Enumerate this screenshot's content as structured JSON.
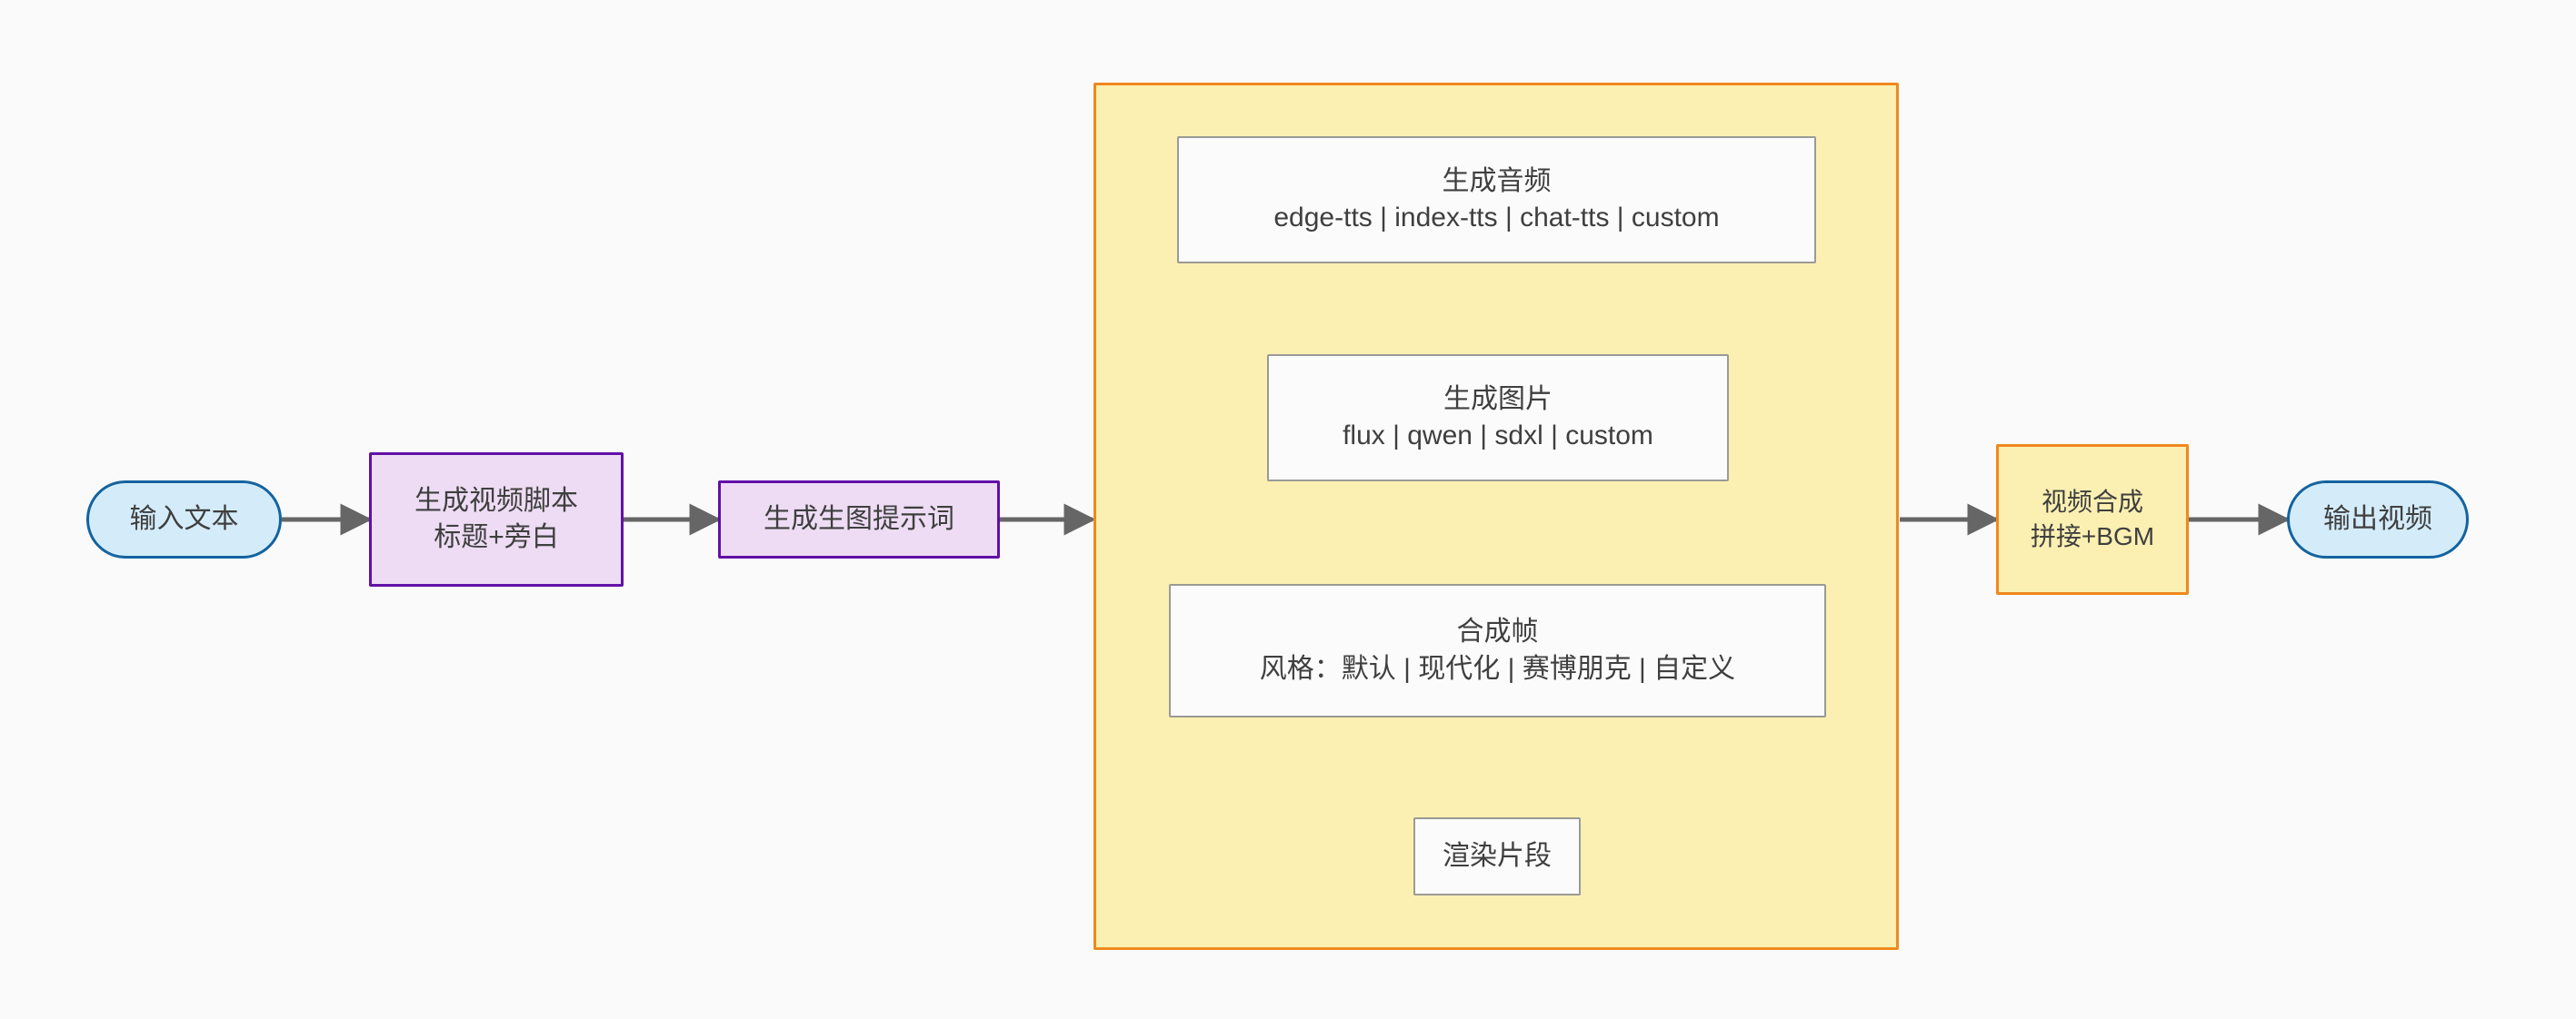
{
  "diagram": {
    "type": "flowchart",
    "direction": "left-to-right",
    "background_color": "#fafafa",
    "edge_color": "#666666"
  },
  "subgraph": {
    "name": "per-segment-pipeline",
    "fill_color": "#fbf0b2",
    "border_color": "#f0881e"
  },
  "nodes": {
    "input_text": {
      "label": "输入文本",
      "shape": "stadium",
      "fill": "#d4ecfa",
      "border": "#14639f"
    },
    "script": {
      "line1": "生成视频脚本",
      "line2": "标题+旁白",
      "shape": "rect",
      "fill": "#eddcf3",
      "border": "#6210a8"
    },
    "prompt": {
      "label": "生成生图提示词",
      "shape": "rect",
      "fill": "#eddcf3",
      "border": "#6210a8"
    },
    "audio": {
      "line1": "生成音频",
      "line2": "edge-tts | index-tts | chat-tts | custom",
      "shape": "rect",
      "fill": "#fbfbfb",
      "border": "#9a9a95"
    },
    "image": {
      "line1": "生成图片",
      "line2": "flux | qwen | sdxl | custom",
      "shape": "rect",
      "fill": "#fbfbfb",
      "border": "#9a9a95"
    },
    "frame": {
      "line1": "合成帧",
      "line2": "风格：默认 | 现代化 | 赛博朋克 | 自定义",
      "shape": "rect",
      "fill": "#fbfbfb",
      "border": "#9a9a95"
    },
    "render": {
      "label": "渲染片段",
      "shape": "rect",
      "fill": "#fbfbfb",
      "border": "#9a9a95"
    },
    "compose": {
      "line1": "视频合成",
      "line2": "拼接+BGM",
      "shape": "rect",
      "fill": "#fbf0b2",
      "border": "#f0881e"
    },
    "output_video": {
      "label": "输出视频",
      "shape": "stadium",
      "fill": "#d4ecfa",
      "border": "#14639f"
    }
  },
  "edges": [
    {
      "from": "input_text",
      "to": "script",
      "style": "arrow"
    },
    {
      "from": "script",
      "to": "prompt",
      "style": "arrow"
    },
    {
      "from": "prompt",
      "to": "subgraph",
      "style": "arrow"
    },
    {
      "from": "audio",
      "to": "image",
      "style": "arrow"
    },
    {
      "from": "image",
      "to": "frame",
      "style": "arrow"
    },
    {
      "from": "frame",
      "to": "render",
      "style": "arrow"
    },
    {
      "from": "subgraph",
      "to": "compose",
      "style": "arrow"
    },
    {
      "from": "compose",
      "to": "output_video",
      "style": "arrow"
    }
  ]
}
